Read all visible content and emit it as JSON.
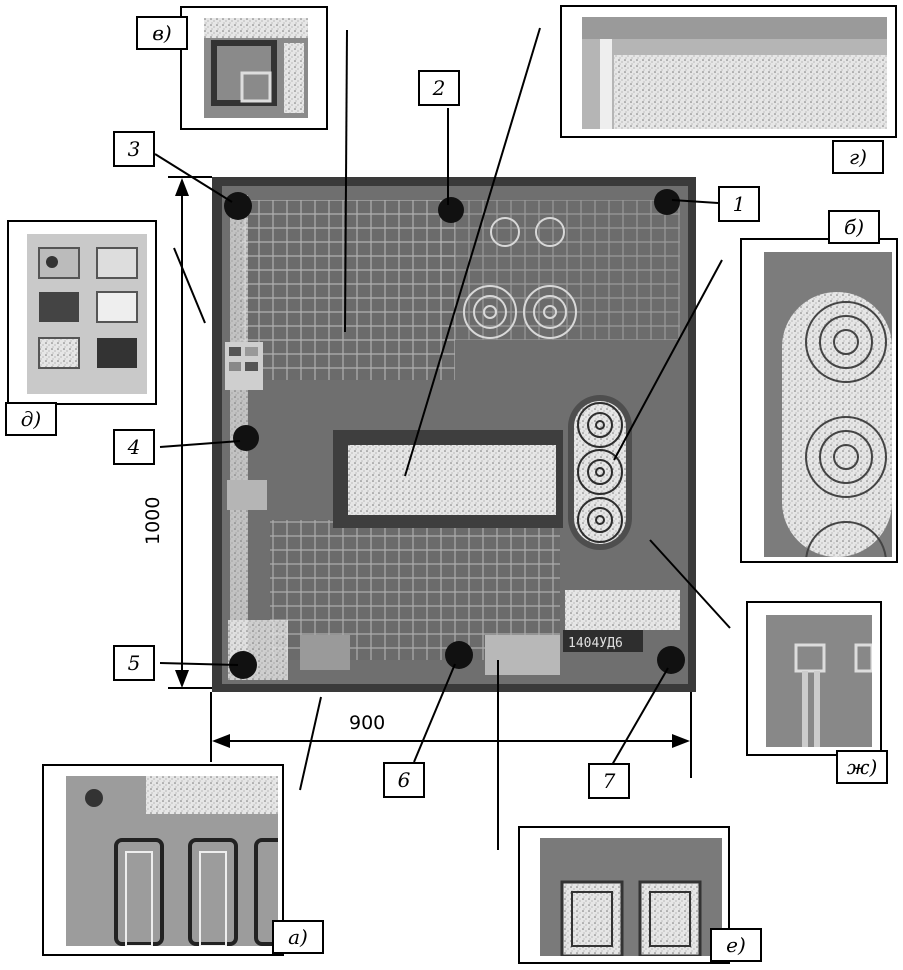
{
  "die_labels": [
    "1",
    "2",
    "3",
    "4",
    "5",
    "6",
    "7"
  ],
  "inset_labels": [
    "а)",
    "б)",
    "в)",
    "г)",
    "д)",
    "е)",
    "ж)"
  ],
  "dimension_width": "900",
  "dimension_height": "1000",
  "chip_marking": "1404УД6"
}
